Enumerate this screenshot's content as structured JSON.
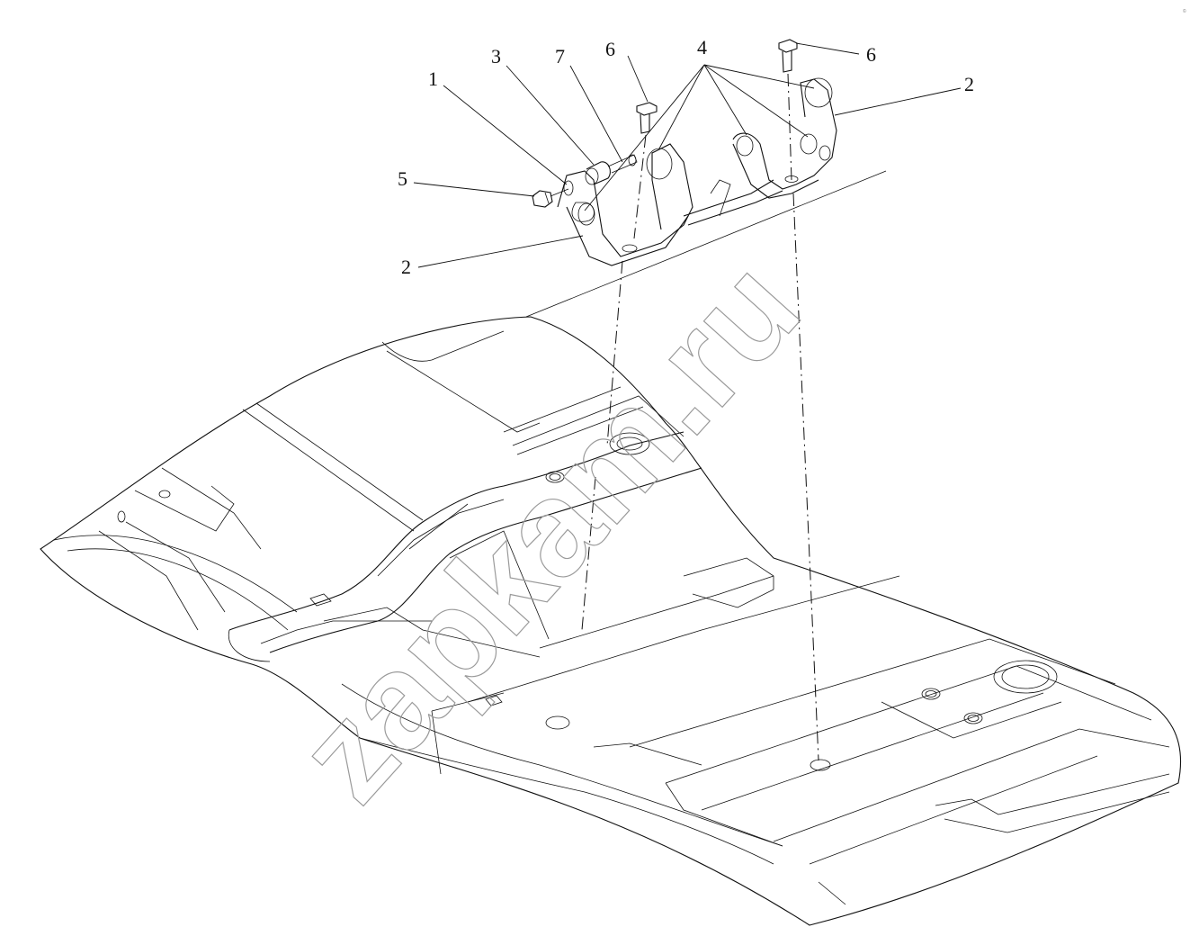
{
  "watermark": "zapkam.ru",
  "corner_mark": "©",
  "callouts": [
    {
      "id": "c1",
      "label": "1"
    },
    {
      "id": "c2a",
      "label": "2"
    },
    {
      "id": "c2b",
      "label": "2"
    },
    {
      "id": "c3",
      "label": "3"
    },
    {
      "id": "c4",
      "label": "4"
    },
    {
      "id": "c5",
      "label": "5"
    },
    {
      "id": "c6a",
      "label": "6"
    },
    {
      "id": "c6b",
      "label": "6"
    },
    {
      "id": "c7",
      "label": "7"
    }
  ]
}
